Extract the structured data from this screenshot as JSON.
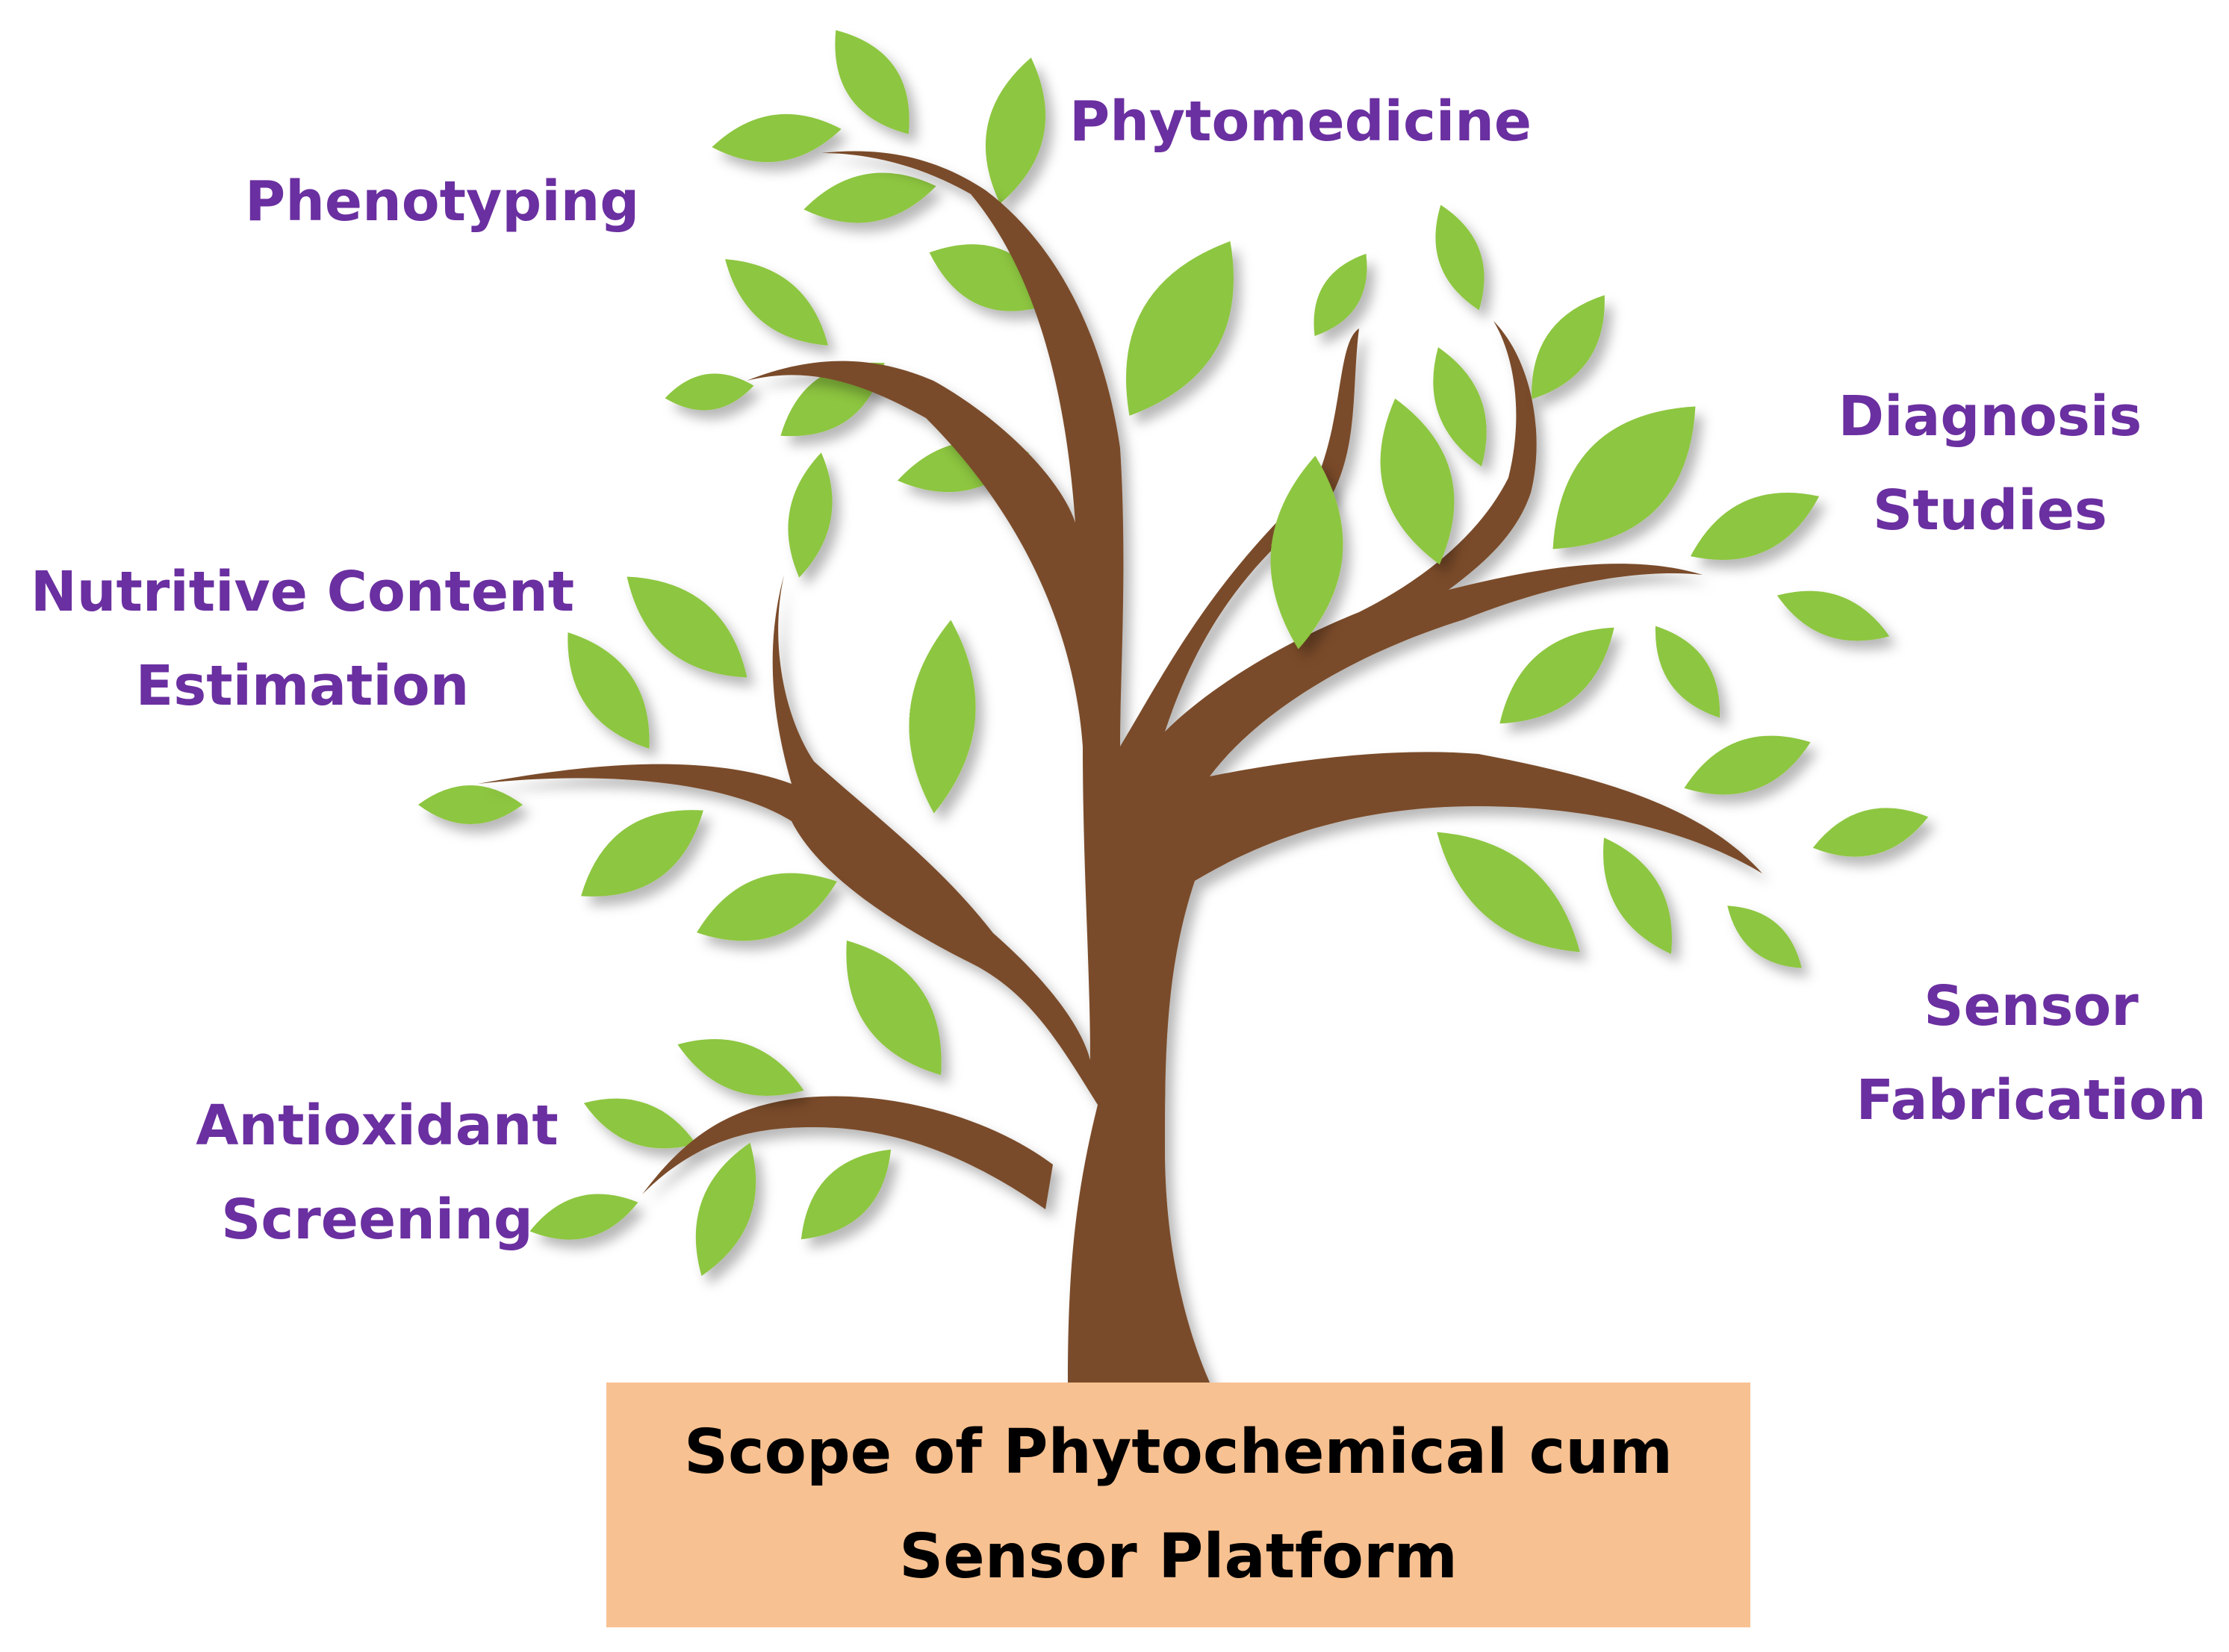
{
  "colors": {
    "label_text": "#6a2fa0",
    "trunk": "#7a4b2a",
    "leaf": "#8dc640",
    "base_box": "#f8c191",
    "base_text": "#000000"
  },
  "labels": {
    "phytomedicine": [
      "Phytomedicine"
    ],
    "phenotyping": [
      "Phenotyping"
    ],
    "diagnosis_studies": [
      "Diagnosis",
      "Studies"
    ],
    "nutritive_content": [
      "Nutritive Content",
      "Estimation"
    ],
    "antioxidant": [
      "Antioxidant",
      "Screening"
    ],
    "sensor_fabrication": [
      "Sensor",
      "Fabrication"
    ]
  },
  "base": {
    "lines": [
      "Scope of Phytochemical cum",
      "Sensor Platform"
    ]
  }
}
